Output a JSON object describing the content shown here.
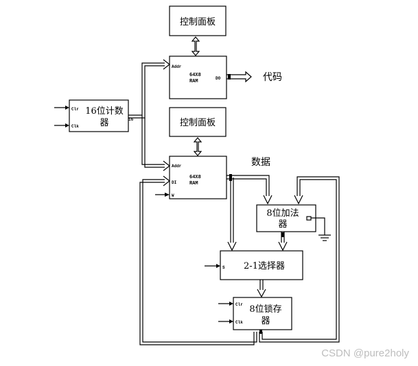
{
  "blocks": {
    "panel_top": "控制面板",
    "panel_mid": "控制面板",
    "ram_top": {
      "line1": "64X8",
      "line2": "RAM",
      "addr": "Addr",
      "dout": "DO"
    },
    "ram_bottom": {
      "line1": "64X8",
      "line2": "RAM",
      "addr": "Addr",
      "din": "DI",
      "we": "W"
    },
    "counter": {
      "line1": "16位计数",
      "line2": "器",
      "clr": "Clr",
      "clk": "Clk",
      "out": "16"
    },
    "adder": {
      "line1": "8位加法",
      "line2": "器"
    },
    "mux": {
      "label": "2-1选择器",
      "sel": "S"
    },
    "latch": {
      "line1": "8位锁存",
      "line2": "器",
      "clr": "Clr",
      "clk": "Clk"
    }
  },
  "labels": {
    "code": "代码",
    "data": "数据"
  },
  "watermark": "CSDN @pure2holy"
}
